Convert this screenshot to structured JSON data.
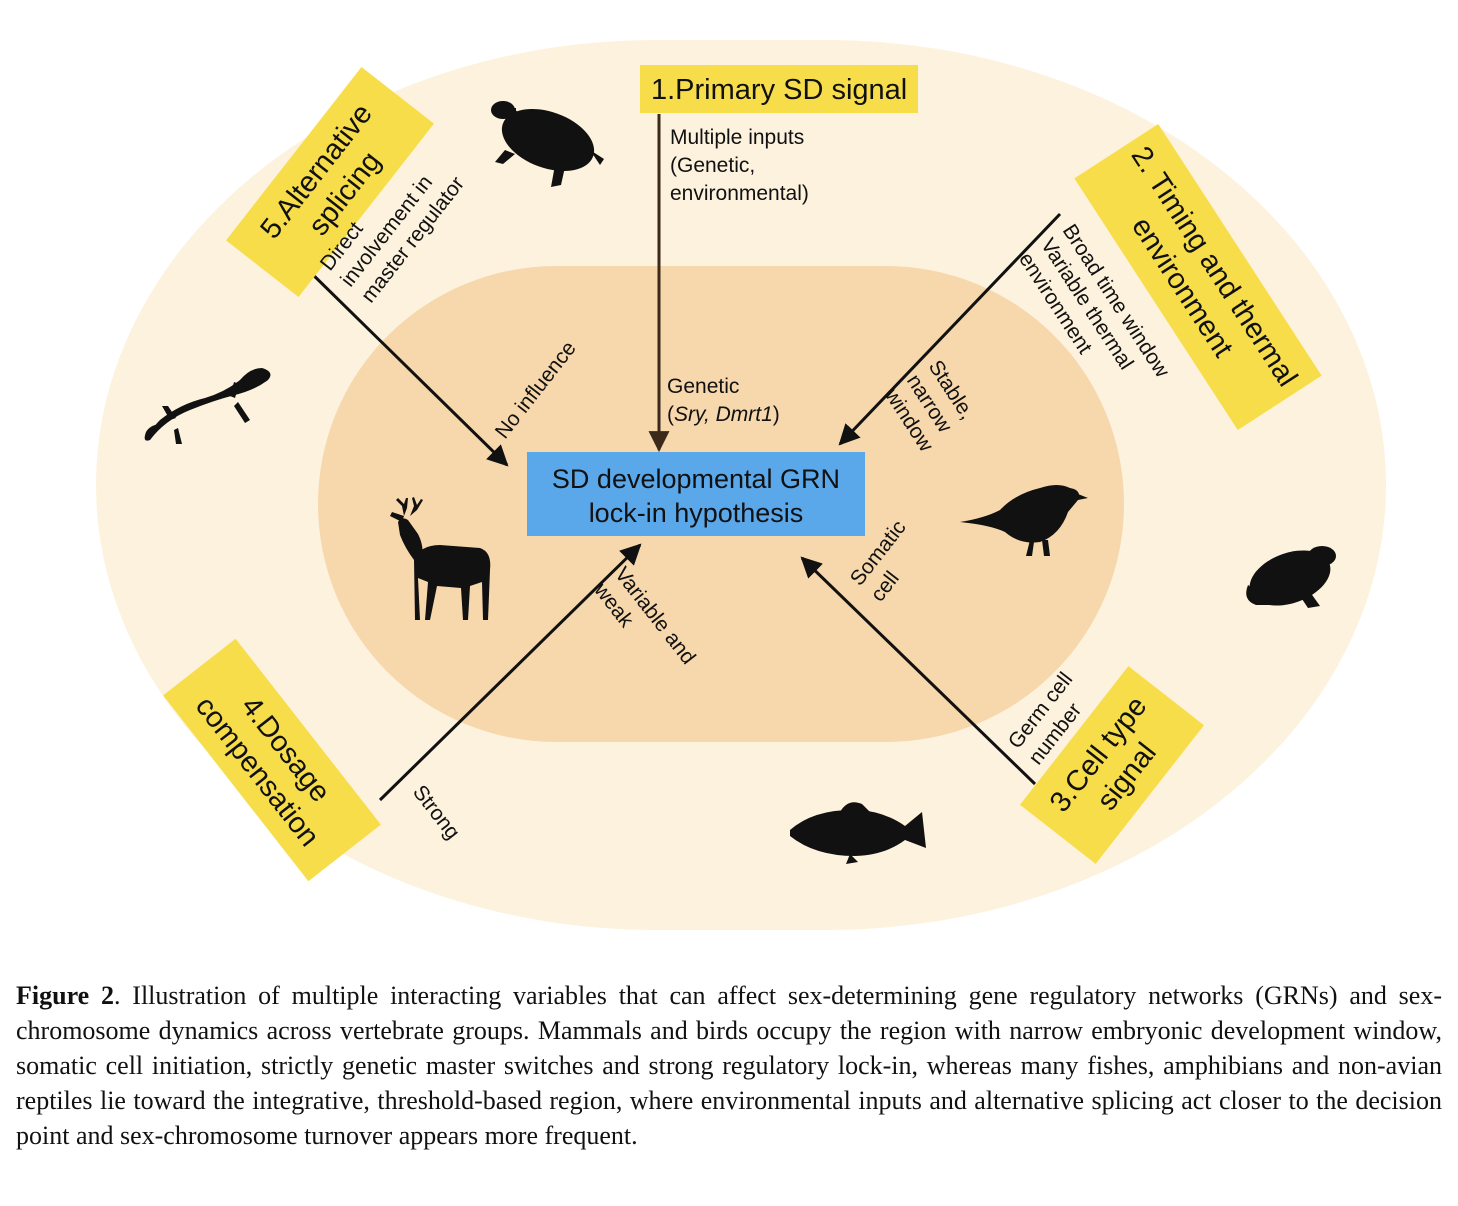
{
  "center": {
    "line1": "SD developmental GRN",
    "line2": "lock-in hypothesis"
  },
  "boxes": {
    "primary": {
      "title": "1.Primary SD signal"
    },
    "timing": {
      "line1": "2. Timing and thermal",
      "line2": "environment"
    },
    "cell": {
      "line1": "3.Cell type",
      "line2": "signal"
    },
    "dosage": {
      "line1": "4.Dosage",
      "line2": "compensation"
    },
    "splicing": {
      "line1": "5.Alternative",
      "line2": "splicing"
    }
  },
  "edges": {
    "primary_outer": [
      "Multiple inputs",
      "(Genetic,",
      "environmental)"
    ],
    "primary_inner": {
      "line1": "Genetic",
      "line2": "(Sry, Dmrt1)",
      "gene1": "Sry",
      "sep": ", ",
      "gene2": "Dmrt1",
      "open": "(",
      "close": ")"
    },
    "timing_outer": [
      "Broad time window",
      "Variable thermal",
      "environment"
    ],
    "timing_inner": [
      "Stable,",
      "narrow",
      "window"
    ],
    "cell_outer": [
      "Germ cell",
      "number"
    ],
    "cell_inner": [
      "Somatic",
      "cell"
    ],
    "dosage_outer": "Strong",
    "dosage_inner": [
      "Variable and",
      "weak"
    ],
    "splicing_outer": [
      "Direct",
      "involvement in",
      "master regulator"
    ],
    "splicing_inner": "No influence"
  },
  "animals": [
    "turtle-icon",
    "lizard-icon",
    "deer-icon",
    "bird-icon",
    "frog-icon",
    "fish-icon"
  ],
  "colors": {
    "outer_ellipse": "#fdf2de",
    "inner_region": "#f7d8ad",
    "label_box": "#f7dd4a",
    "center_box": "#5aa7ea",
    "arrow": "#111111",
    "primary_arrow": "#3b2a1a"
  },
  "caption": {
    "label": "Figure 2",
    "text": ". Illustration of multiple interacting variables that can affect sex-determining gene regulatory networks (GRNs) and sex-chromosome dynamics across vertebrate groups. Mammals and birds occupy the region with narrow embryonic development window, somatic cell initiation, strictly genetic master switches and strong regulatory lock-in, whereas many fishes, amphibians and non-avian reptiles lie toward the integrative, threshold-based region, where environmental inputs and alternative splicing act closer to the decision point and sex-chromosome turnover appears more frequent."
  }
}
